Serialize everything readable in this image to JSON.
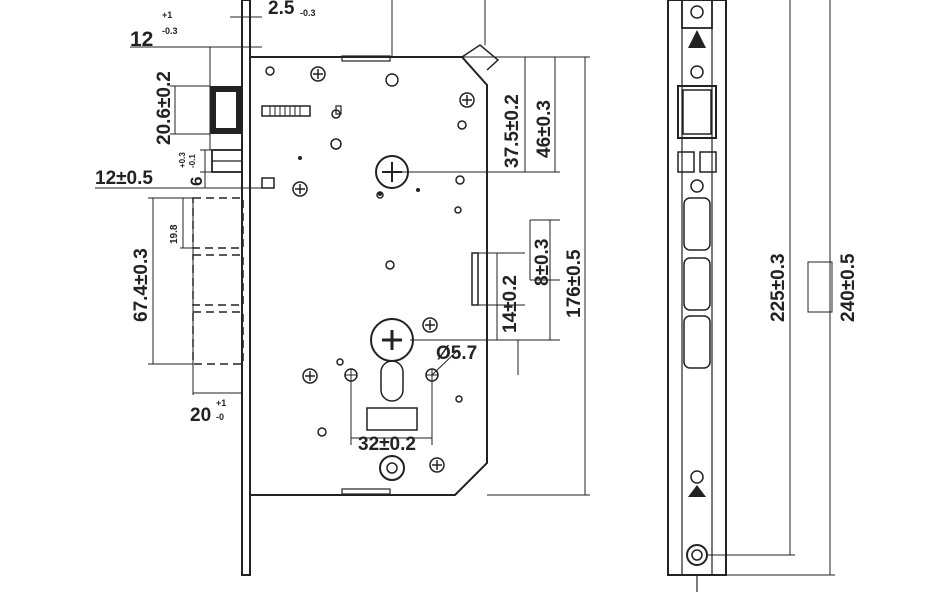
{
  "dimensions": {
    "d_2_5": "2.5",
    "d_2_5_tol": "-0.3",
    "d_12": "12",
    "d_12_tol_up": "+1",
    "d_12_tol_dn": "-0.3",
    "d_20_6": "20.6±0.2",
    "d_6": "6",
    "d_6_tol_up": "+0.3",
    "d_6_tol_dn": "-0.1",
    "d_12_05": "12±0.5",
    "d_19_8": "19.8",
    "d_67_4": "67.4±0.3",
    "d_20": "20",
    "d_20_tol_up": "+1",
    "d_20_tol_dn": "-0",
    "d_37_5": "37.5±0.2",
    "d_46": "46±0.3",
    "d_8": "8±0.3",
    "d_176": "176±0.5",
    "d_14": "14±0.2",
    "d_dia": "Ø5.7",
    "d_32": "32±0.2",
    "d_225": "225±0.3",
    "d_240": "240±0.5"
  }
}
